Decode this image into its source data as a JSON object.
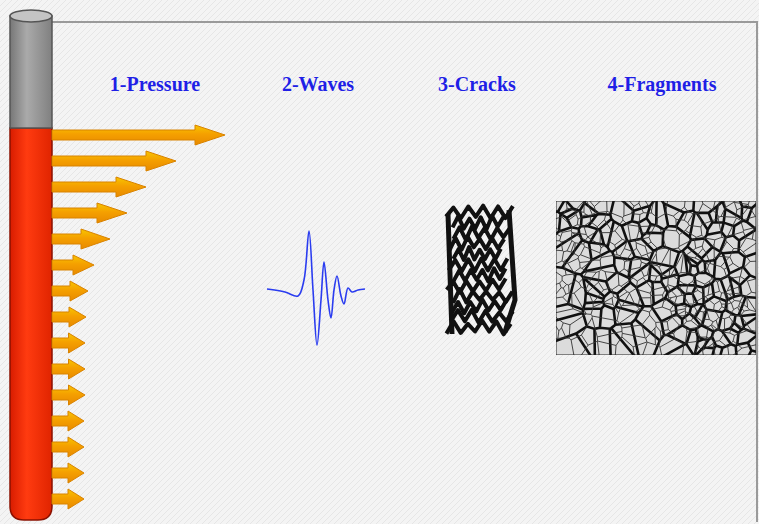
{
  "diagram": {
    "labels": [
      "1-Pressure",
      "2-Waves",
      "3-Cracks",
      "4-Fragments"
    ]
  }
}
